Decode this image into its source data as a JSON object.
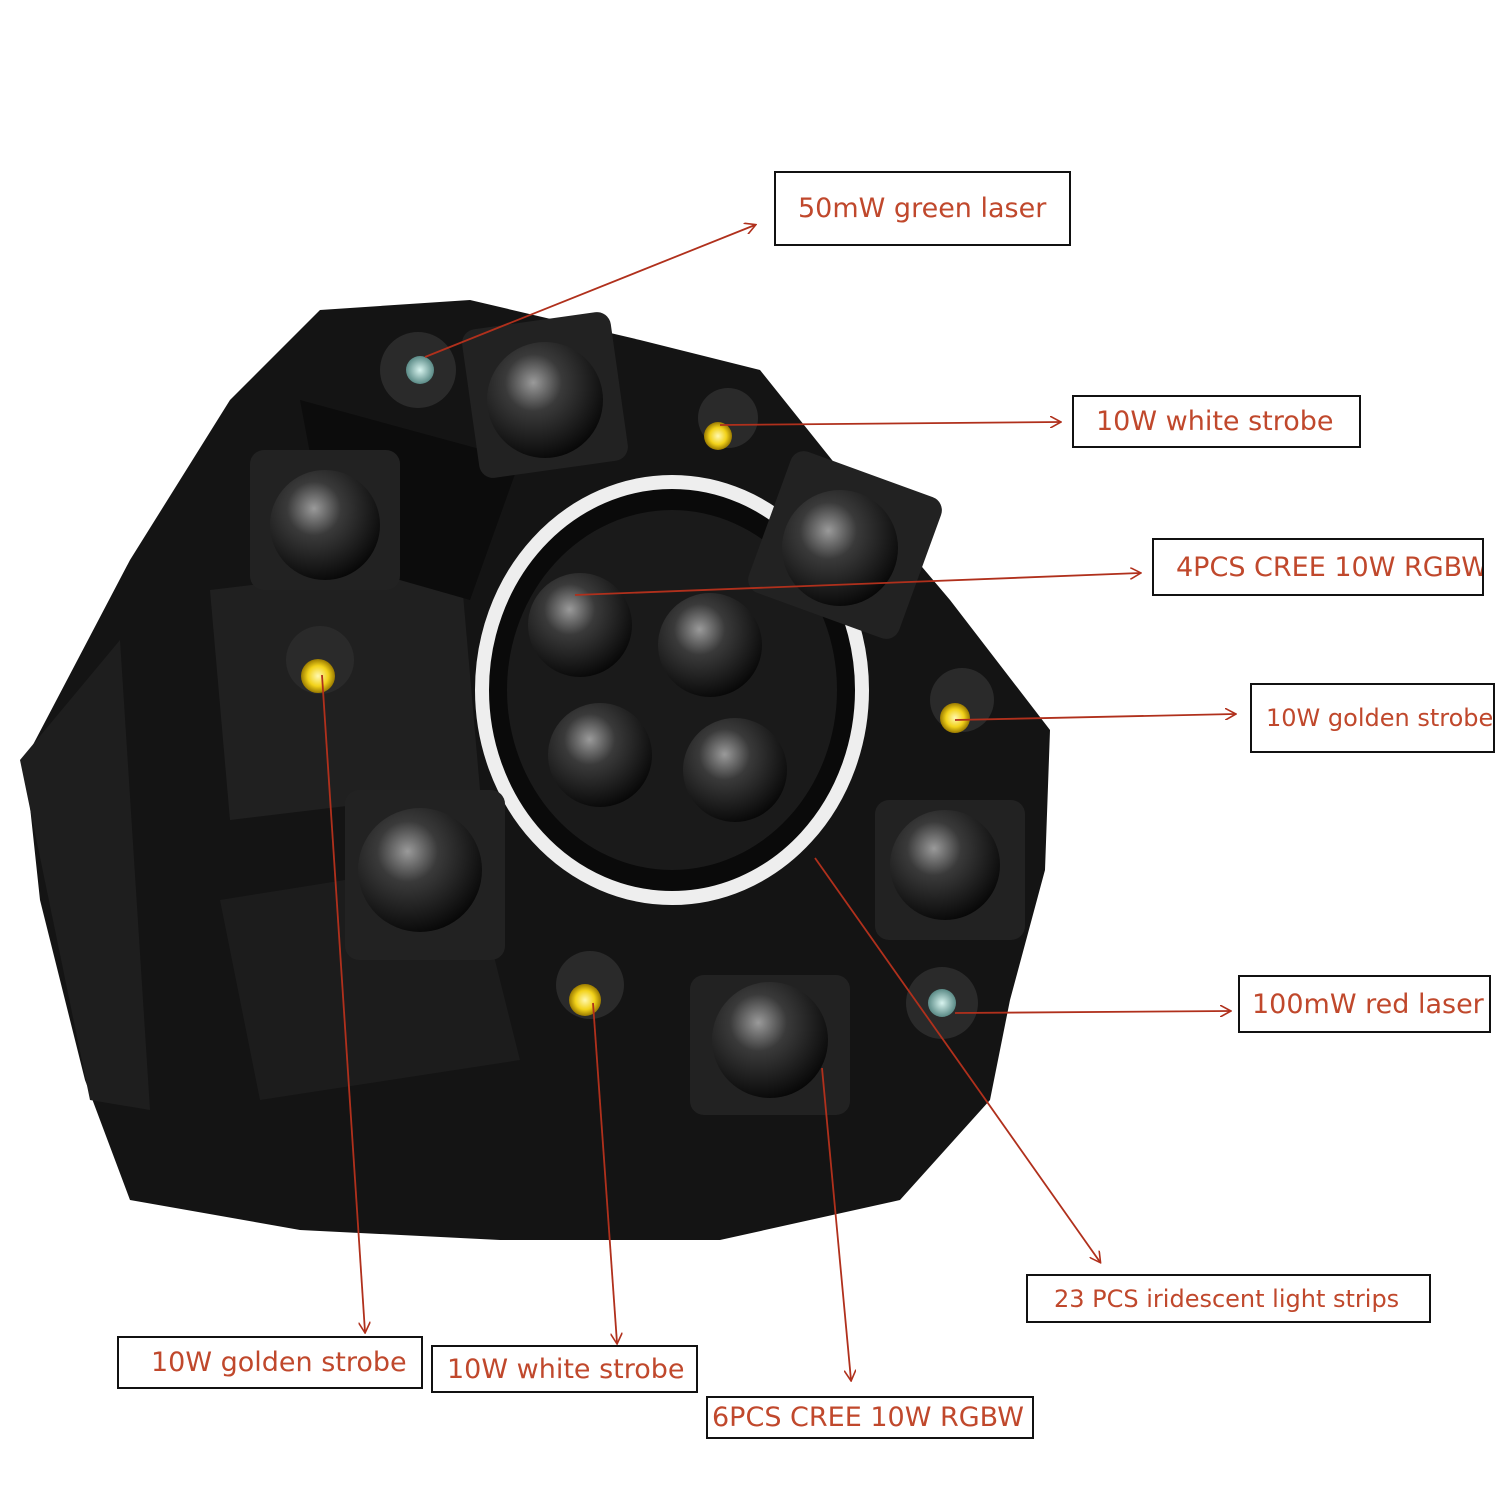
{
  "colors": {
    "annotation_text": "#c0482c",
    "arrow": "#b0301c",
    "box_border": "#111111",
    "device_body": "#141414"
  },
  "callouts": [
    {
      "id": "green-laser",
      "text": "50mW green laser"
    },
    {
      "id": "white-strobe-right",
      "text": "10W white strobe"
    },
    {
      "id": "center-rgbw",
      "text": "4PCS CREE 10W RGBW"
    },
    {
      "id": "golden-strobe-right",
      "text": "10W golden strobe"
    },
    {
      "id": "red-laser",
      "text": "100mW red laser"
    },
    {
      "id": "light-strips",
      "text": "23 PCS iridescent light strips"
    },
    {
      "id": "golden-strobe-left",
      "text": "10W golden strobe"
    },
    {
      "id": "white-strobe-bottom",
      "text": "10W white strobe"
    },
    {
      "id": "outer-rgbw",
      "text": "6PCS CREE 10W RGBW"
    }
  ]
}
